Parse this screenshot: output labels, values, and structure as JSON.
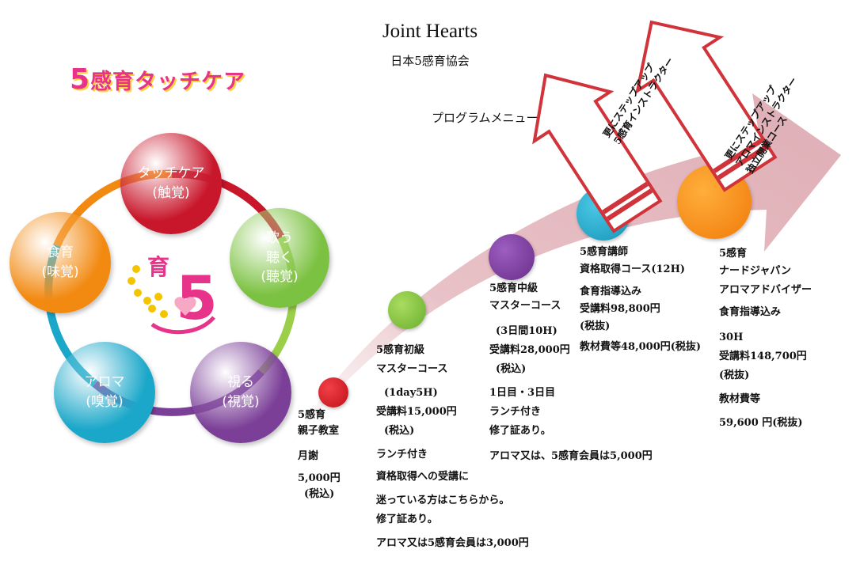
{
  "header": {
    "title": "Joint Hearts",
    "subtitle": "日本5感育協会",
    "program_menu": "プログラムメニュー",
    "logo_text_five": "5",
    "logo_text_rest": "感育タッチケア"
  },
  "senses": [
    {
      "line1": "タッチケア",
      "line2": "(触覚)",
      "color": "#c8162a"
    },
    {
      "line1": "歌う",
      "line1b": "聴く",
      "line2": "(聴覚)",
      "color": "#7cc242"
    },
    {
      "line1": "視る",
      "line2": "(視覚)",
      "color": "#7b3f98"
    },
    {
      "line1": "アロマ",
      "line2": "(嗅覚)",
      "color": "#1aa7c9"
    },
    {
      "line1": "食育",
      "line2": "(味覚)",
      "color": "#f28a12"
    }
  ],
  "center_logo": {
    "text_top": "育",
    "text_five": "5"
  },
  "courses": [
    {
      "lines": [
        "5感育",
        "親子教室",
        "月謝",
        "5,000円",
        "(税込)"
      ],
      "dot_color": "#d0161f"
    },
    {
      "lines": [
        "5感育初級",
        "マスターコース",
        "(1day5H)",
        "受講料15,000円",
        "(税込)",
        "ランチ付き",
        "資格取得への受講に",
        "迷っている方はこちらから。",
        "修了証あり。",
        "アロマ又は5感育会員は3,000円"
      ],
      "dot_color": "#84c441"
    },
    {
      "lines": [
        "5感育中級",
        "マスターコース",
        "(3日間10H)",
        "受講料28,000円",
        "(税込)",
        "1日目・3日目",
        "ランチ付き",
        "修了証あり。",
        "アロマ又は、5感育会員は5,000円"
      ],
      "dot_color": "#7b3f98"
    },
    {
      "lines": [
        "5感育講師",
        "資格取得コース(12H)",
        "食育指導込み",
        "受講料98,800円",
        "(税抜)",
        "教材費等48,000円(税抜)"
      ],
      "dot_color": "#1aa7c9"
    },
    {
      "lines": [
        "5感育",
        "ナードジャパン",
        "アロマアドバイザー",
        "食育指導込み",
        "30H",
        "受講料148,700円",
        "(税抜)",
        "教材費等",
        "59,600 円(税抜)"
      ],
      "dot_color": "#f28a12"
    }
  ],
  "step_arrows": [
    {
      "lines": [
        "更にステップアップ",
        "5感育インストラクター"
      ]
    },
    {
      "lines": [
        "更にステップアップ",
        "アロマインストラクター",
        "独立開業コース"
      ]
    }
  ],
  "colors": {
    "arrow_fill": "#d9a0a8",
    "arrow_outline": "#d0333a"
  }
}
